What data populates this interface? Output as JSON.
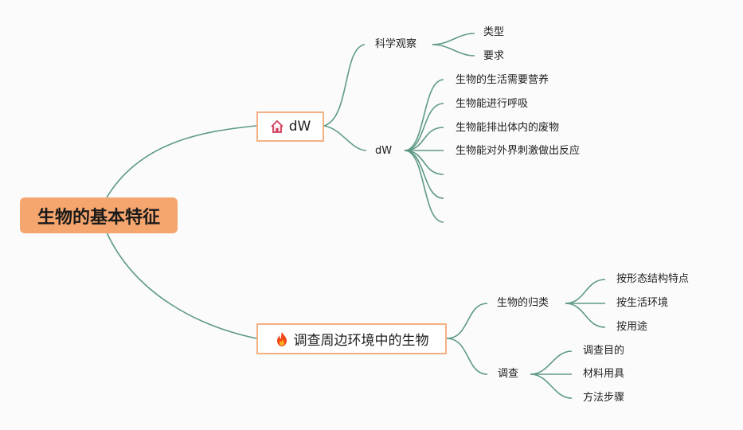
{
  "root": {
    "label": "生物的基本特征"
  },
  "branch1": {
    "label": "dW",
    "icon": "house-icon",
    "children": {
      "observation": {
        "label": "科学观察",
        "items": [
          "类型",
          "要求"
        ]
      },
      "dw": {
        "label": "dW",
        "items": [
          "生物的生活需要营养",
          "生物能进行呼吸",
          "生物能排出体内的废物",
          "生物能对外界刺激做出反应",
          "",
          "",
          ""
        ]
      }
    }
  },
  "branch2": {
    "label": "调查周边环境中的生物",
    "icon": "fire-icon",
    "children": {
      "classify": {
        "label": "生物的归类",
        "items": [
          "按形态结构特点",
          "按生活环境",
          "按用途"
        ]
      },
      "survey": {
        "label": "调查",
        "items": [
          "调查目的",
          "材料用具",
          "方法步骤"
        ]
      }
    }
  },
  "colors": {
    "line": "#5e9a85",
    "root_fill": "#f5a56e",
    "box_border": "#f3b183"
  }
}
